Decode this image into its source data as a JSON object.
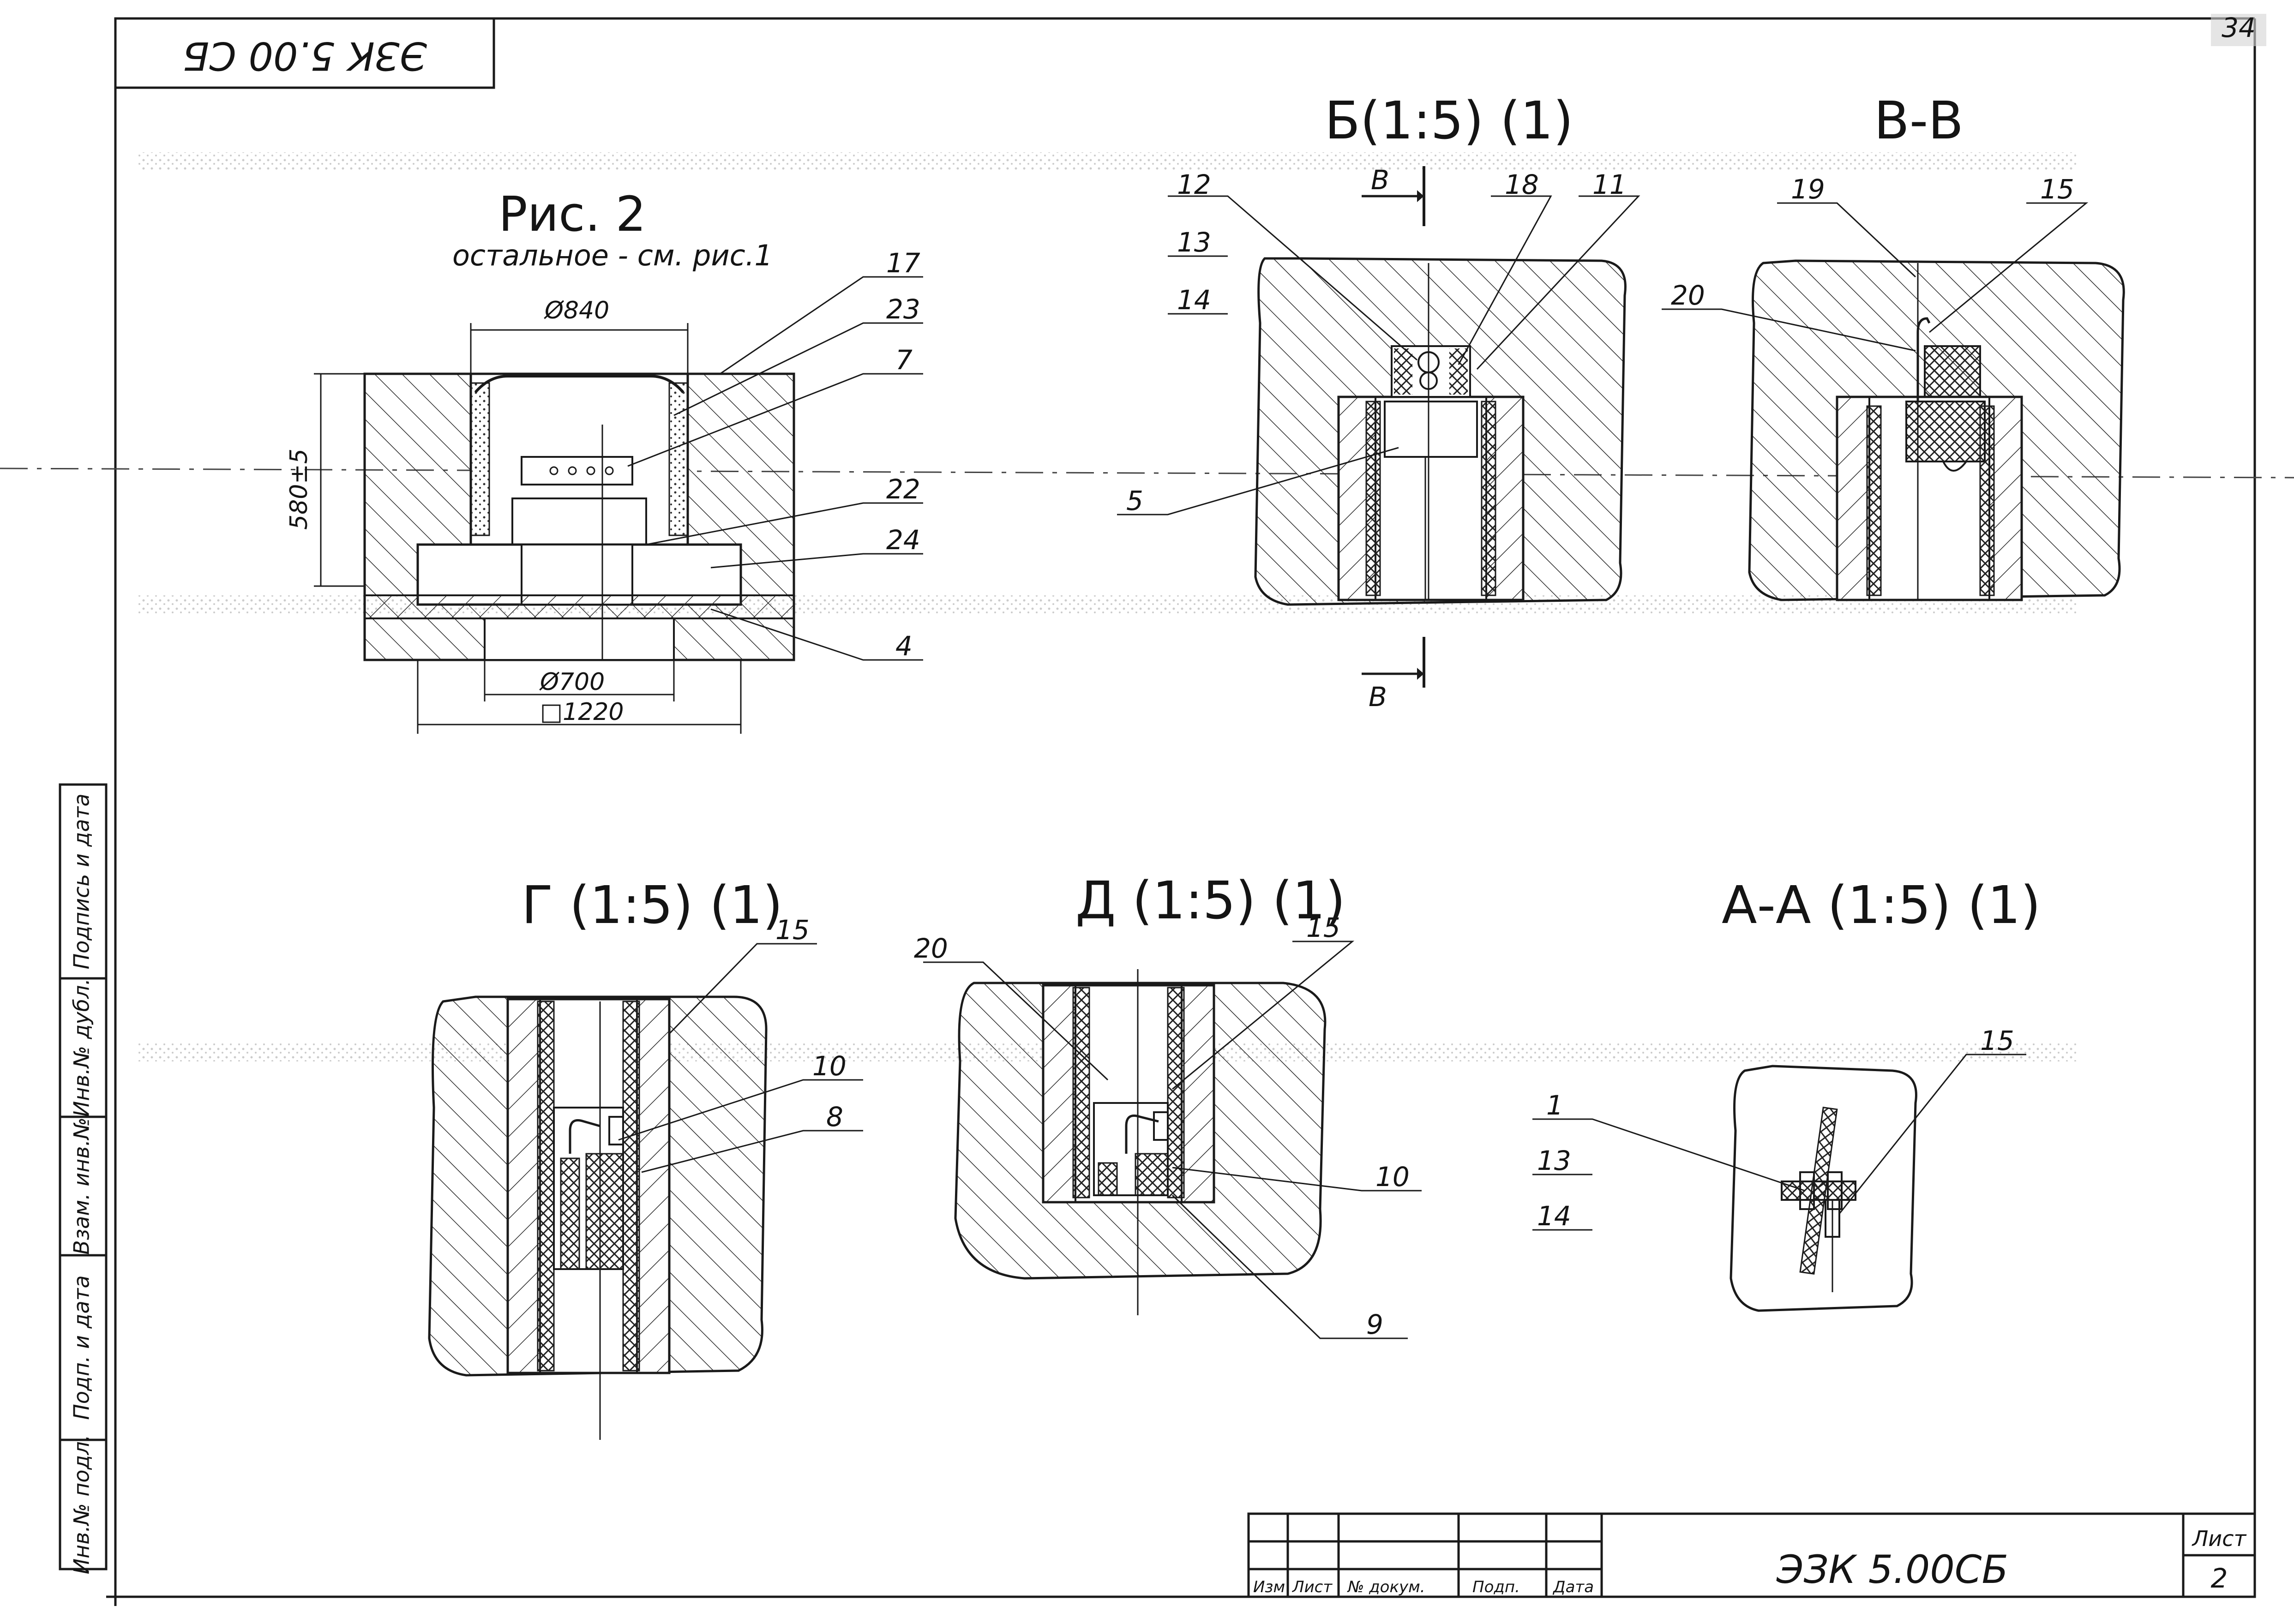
{
  "sheet": {
    "code_main": "ЭЗК 5.00СБ",
    "code_corner": "ЭЗК 5.00 СБ",
    "page_stamp": "34",
    "sheet_label": "Лист",
    "sheet_number": "2",
    "titleblock_headers": [
      "Изм",
      "Лист",
      "№ докум.",
      "Подп.",
      "Дата"
    ]
  },
  "side_stamp": {
    "labels": [
      "Подпись и дата",
      "Инв.№ дубл.",
      "Взам. инв.№",
      "Подп. и дата",
      "Инв.№ подл."
    ]
  },
  "fig2": {
    "title": "Рис. 2",
    "subtitle": "остальное - см. рис.1",
    "dim_top": "Ø840",
    "dim_height": "580±5",
    "dim_bottom1": "Ø700",
    "dim_bottom2": "□1220",
    "leaders": [
      "17",
      "23",
      "7",
      "22",
      "24",
      "4"
    ]
  },
  "view_b": {
    "title": "Б(1:5) (1)",
    "section_mark": "В",
    "leaders_top": [
      "12",
      "18",
      "11"
    ],
    "leaders_stack": [
      "13",
      "14"
    ],
    "leader_5": "5"
  },
  "view_v": {
    "title": "В-В",
    "leaders": [
      "19",
      "15",
      "20"
    ]
  },
  "view_g": {
    "title": "Г (1:5) (1)",
    "leaders": [
      "15",
      "10",
      "8"
    ]
  },
  "view_d": {
    "title": "Д (1:5) (1)",
    "leaders": [
      "20",
      "15",
      "10",
      "9"
    ]
  },
  "view_aa": {
    "title": "А-А (1:5) (1)",
    "leaders": [
      "15",
      "1",
      "13",
      "14"
    ]
  }
}
